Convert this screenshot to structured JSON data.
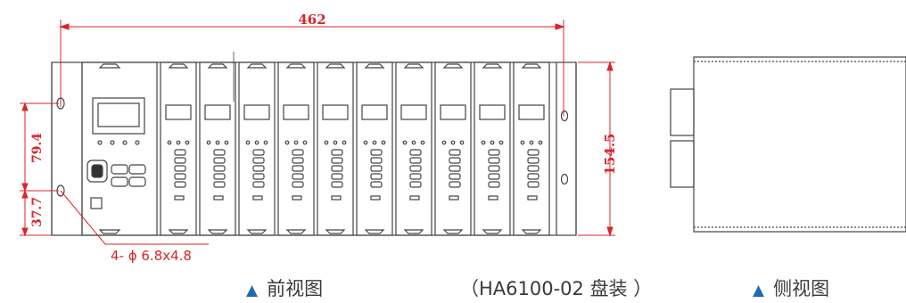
{
  "dims": {
    "width": "462",
    "height": "154.5",
    "hole_pitch": "79.4",
    "hole_offset": "37.7",
    "hole_spec": "4- ϕ 6.8x4.8"
  },
  "captions": {
    "marker": "▲",
    "front": "前视图",
    "model": "（HA6100-02 盘装 ）",
    "side": "侧视图"
  },
  "colors": {
    "red": "#d9242b",
    "line": "#444444",
    "accent": "#1f6bb3"
  },
  "module_count": 10
}
